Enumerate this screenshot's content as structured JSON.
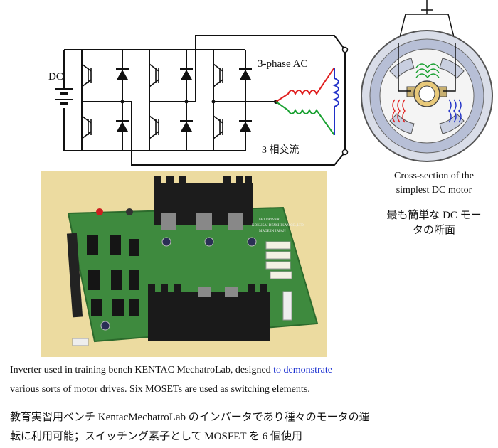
{
  "diagram": {
    "dc_label": "DC",
    "ac_label_en": "3-phase AC",
    "ac_label_jp": "3 相交流"
  },
  "motor": {
    "caption_en_line1": "Cross-section of the",
    "caption_en_line2": "simplest DC motor",
    "caption_jp_line1": "最も簡単な DC モー",
    "caption_jp_line2": "タの断面"
  },
  "board": {
    "label_line1": "FET DRIVER",
    "label_line2": "KOKUSAI DENSHIKAN CO.,LTD.",
    "label_line3": "MADE IN JAPAN"
  },
  "caption": {
    "en_part1": "Inverter used in training bench KENTAC MechatroLab, designed ",
    "en_link": "to demonstrate",
    "en_part2": "various sorts of motor drives. Six MOSETs are used as switching elements.",
    "jp_line1": "教育実習用ベンチ KentacMechatroLab のインバータであり種々のモータの運",
    "jp_line2": "転に利用可能；スイッチング素子として MOSFET を 6 個使用"
  },
  "colors": {
    "phase_red": "#e02020",
    "phase_green": "#18a030",
    "phase_blue": "#2030c8",
    "photo_bg": "#ecdba0",
    "pcb_green": "#3e8a3e"
  }
}
